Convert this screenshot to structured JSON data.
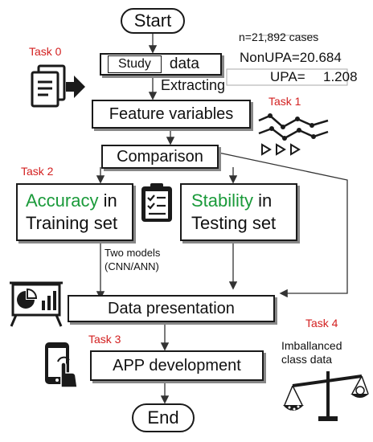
{
  "nodes": {
    "start": "Start",
    "study": "Study",
    "data": "data",
    "extracting": "Extracting",
    "feature": "Feature variables",
    "comparison": "Comparison",
    "accuracy_word": "Accuracy",
    "accuracy_in": " in",
    "training": "Training set",
    "stability_word": "Stability",
    "stability_in": " in",
    "testing": "Testing set",
    "two_models_1": "Two models",
    "two_models_2": "(CNN/ANN)",
    "presentation": "Data presentation",
    "app": "APP development",
    "end": "End"
  },
  "stats": {
    "n": "n=21,892 cases",
    "nonupa": "NonUPA=20.684",
    "upa_label": "UPA=",
    "upa_value": "1.208"
  },
  "tasks": {
    "t0": "Task 0",
    "t1": "Task 1",
    "t2": "Task 2",
    "t3": "Task 3",
    "t4": "Task 4"
  },
  "imbalance": {
    "line1": "Imballanced",
    "line2": "class data"
  },
  "icons": [
    "document-copy-icon",
    "line-graph-arrows-icon",
    "clipboard-checklist-icon",
    "presentation-board-icon",
    "phone-touch-icon",
    "balance-scale-icon"
  ],
  "colors": {
    "task": "#d32020",
    "highlight": "#1a9a3a",
    "stroke": "#1a1a1a"
  }
}
